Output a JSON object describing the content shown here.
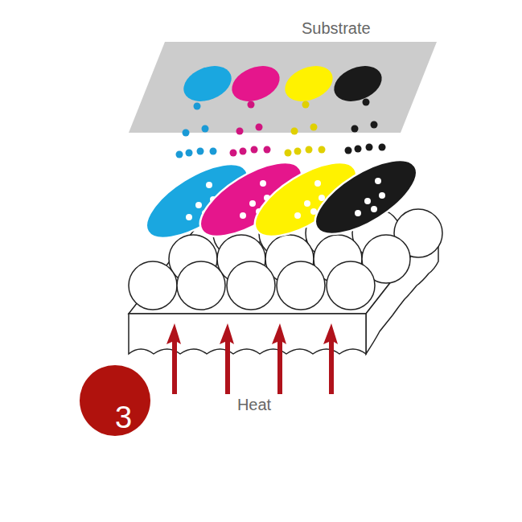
{
  "diagram": {
    "nodes": [
      {
        "text": [
          "Substrate"
        ]
      },
      {
        "text": [
          "3"
        ]
      }
    ],
    "labels": [
      "Heat"
    ]
  }
}
